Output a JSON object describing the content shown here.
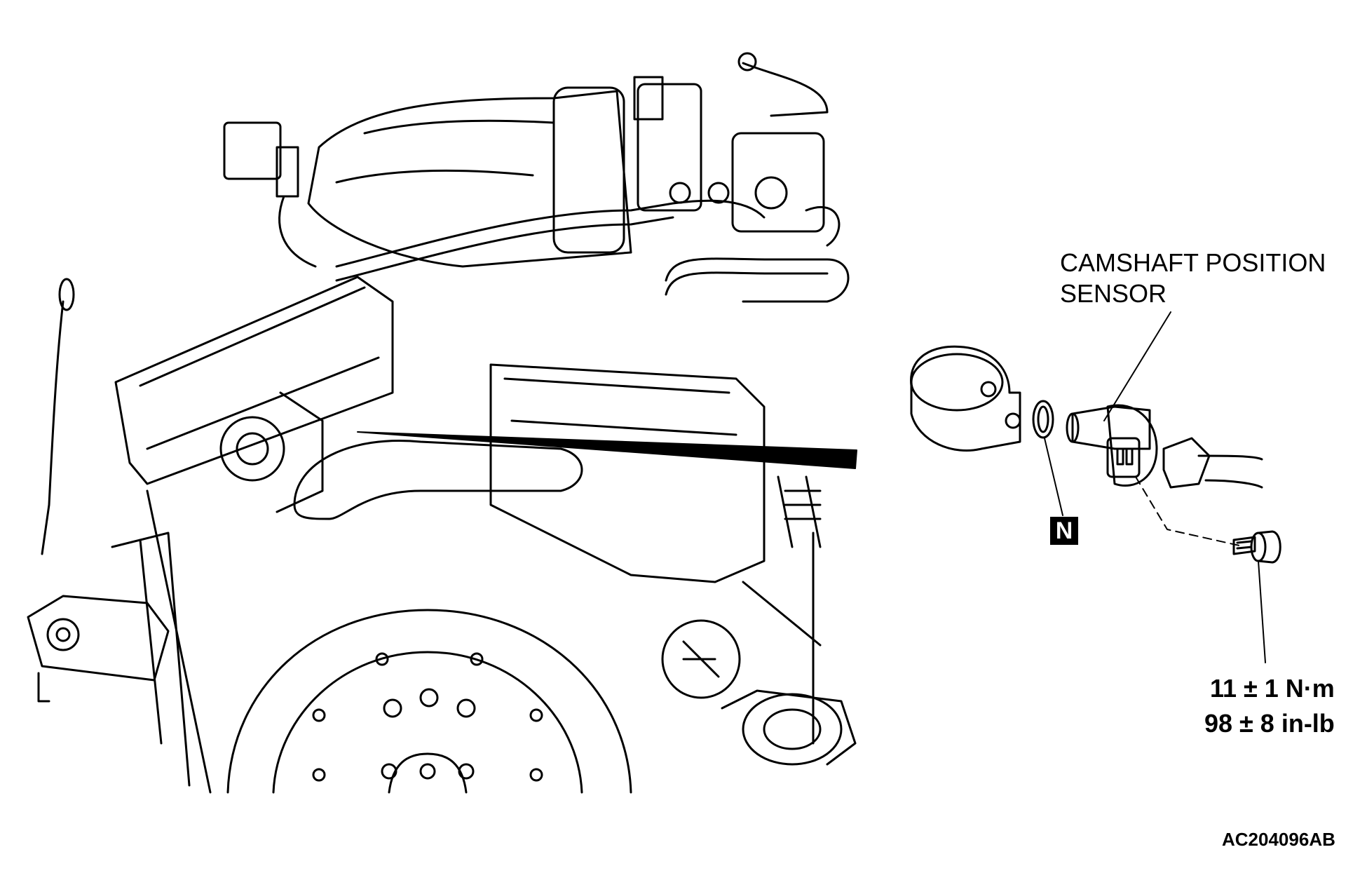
{
  "labels": {
    "sensor_line1": "CAMSHAFT POSITION",
    "sensor_line2": "SENSOR",
    "torque_nm": "11 ± 1 N·m",
    "torque_inlb": "98 ± 8 in-lb",
    "replace_badge": "N",
    "figure_id": "AC204096AB"
  },
  "colors": {
    "ink": "#000000",
    "paper": "#ffffff"
  }
}
